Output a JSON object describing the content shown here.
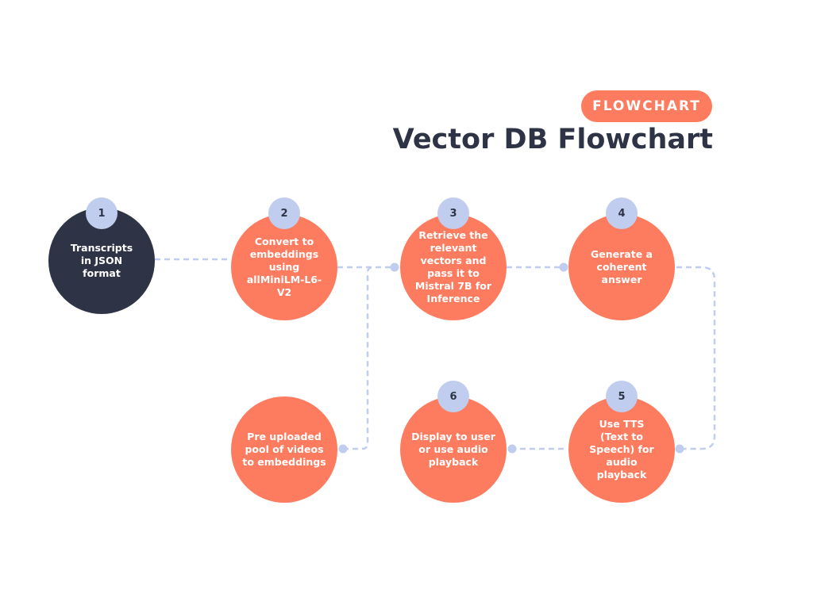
{
  "header": {
    "tag": "FLOWCHART",
    "title": "Vector DB Flowchart"
  },
  "colors": {
    "accent": "#fd7c5f",
    "dark_node": "#2e3446",
    "badge": "#c0cdee",
    "connector": "#c0cdee",
    "text_dark": "#2e3446"
  },
  "steps": [
    {
      "number": "1",
      "text": "Transcripts\nin JSON\nformat"
    },
    {
      "number": "2",
      "text": "Convert to\nembeddings\nusing\nallMiniLM-L6-\nV2"
    },
    {
      "number": "3",
      "text": "Retrieve the\nrelevant\nvectors and\npass it to\nMistral 7B for\nInference"
    },
    {
      "number": "4",
      "text": "Generate a\ncoherent\nanswer"
    },
    {
      "number": "5",
      "text": "Use  TTS\n(Text to\nSpeech) for\naudio\nplayback"
    },
    {
      "number": "6",
      "text": "Display to user\nor use audio\nplayback"
    }
  ],
  "source_pool": {
    "text": "Pre uploaded\npool of videos\nto embeddings"
  }
}
